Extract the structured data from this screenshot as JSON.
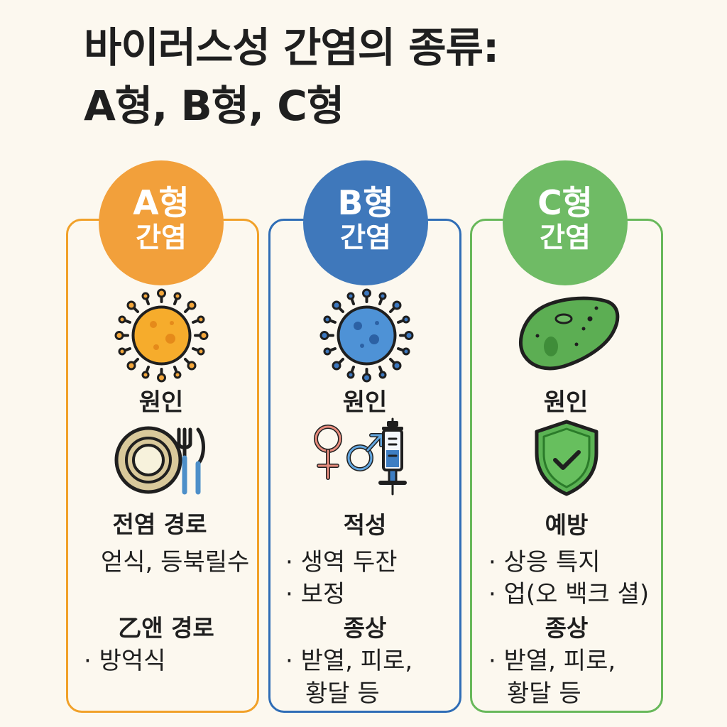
{
  "title": {
    "line1": "바이러스성 간염의 종류:",
    "line2": "A형, B형, C형"
  },
  "colors": {
    "background": "#fcf8ef",
    "a_accent": "#f2a03b",
    "b_accent": "#3f78bb",
    "c_accent": "#6fbb65",
    "text": "#1f1f1f"
  },
  "cards": {
    "a": {
      "badge_line1": "A형",
      "badge_line2": "간염",
      "cause_label": "원인",
      "cause_icon": "virus-icon",
      "detail_icon": "plate-fork-icon",
      "section1_title": "전염 경로",
      "section1_items": [
        "얻식, 등북릴수"
      ],
      "section2_title": "乙앤 경로",
      "section2_items": [
        "방억식"
      ]
    },
    "b": {
      "badge_line1": "B형",
      "badge_line2": "간염",
      "cause_label": "원인",
      "cause_icon": "virus-icon",
      "detail_icon": "gender-syringe-icon",
      "section1_title": "적성",
      "section1_items": [
        "생역 두잔",
        "보정"
      ],
      "section2_title": "종상",
      "section2_items": [
        "받열, 피로,",
        "황달 등"
      ]
    },
    "c": {
      "badge_line1": "C형",
      "badge_line2": "간염",
      "cause_label": "원인",
      "cause_icon": "germ-icon",
      "detail_icon": "shield-check-icon",
      "section1_title": "예방",
      "section1_items": [
        "상응 특지",
        "업(오 백크 셜)"
      ],
      "section2_title": "종상",
      "section2_items": [
        "받열, 피로,",
        "황달 등"
      ]
    }
  },
  "bullet": "·"
}
